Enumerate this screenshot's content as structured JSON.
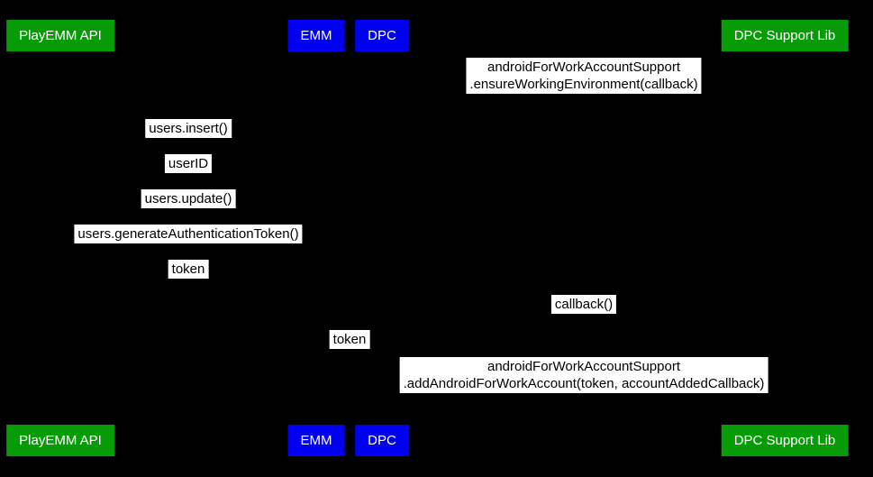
{
  "diagram": {
    "background": "#000000",
    "colors": {
      "actor_green": "#089b08",
      "actor_blue": "#0000ee",
      "actor_text": "#ffffff",
      "label_bg": "#ffffff",
      "label_text": "#000000"
    },
    "actors": [
      {
        "id": "playemm",
        "label": "PlayEMM API",
        "color": "#089b08"
      },
      {
        "id": "emm",
        "label": "EMM",
        "color": "#0000ee"
      },
      {
        "id": "dpc",
        "label": "DPC",
        "color": "#0000ee"
      },
      {
        "id": "dpcsupport",
        "label": "DPC Support Lib",
        "color": "#089b08"
      }
    ],
    "messages": [
      {
        "lines": [
          "androidForWorkAccountSupport",
          ".ensureWorkingEnvironment(callback)"
        ]
      },
      {
        "lines": [
          "users.insert()"
        ]
      },
      {
        "lines": [
          "userID"
        ]
      },
      {
        "lines": [
          "users.update()"
        ]
      },
      {
        "lines": [
          "users.generateAuthenticationToken()"
        ]
      },
      {
        "lines": [
          "token"
        ]
      },
      {
        "lines": [
          "callback()"
        ]
      },
      {
        "lines": [
          "token"
        ]
      },
      {
        "lines": [
          "androidForWorkAccountSupport",
          ".addAndroidForWorkAccount(token, accountAddedCallback)"
        ]
      }
    ]
  }
}
